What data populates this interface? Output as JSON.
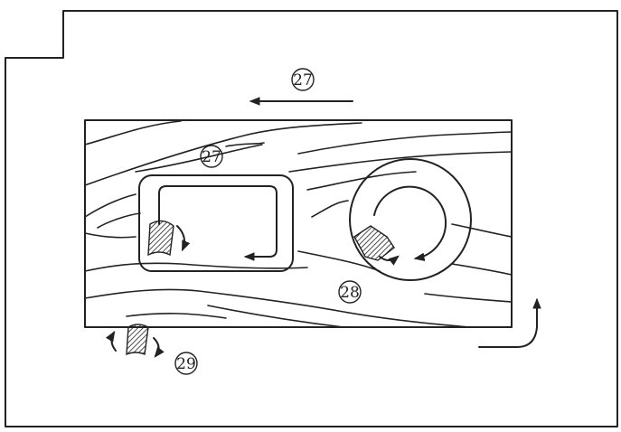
{
  "labels": {
    "feed_top": "27",
    "grain_inside": "27",
    "circle_cut": "28",
    "corner_cut": "29"
  },
  "colors": {
    "ink": "#222222",
    "background": "#ffffff"
  },
  "icons": {
    "cutter": "router-bit-icon",
    "arrow": "direction-arrow-icon"
  }
}
